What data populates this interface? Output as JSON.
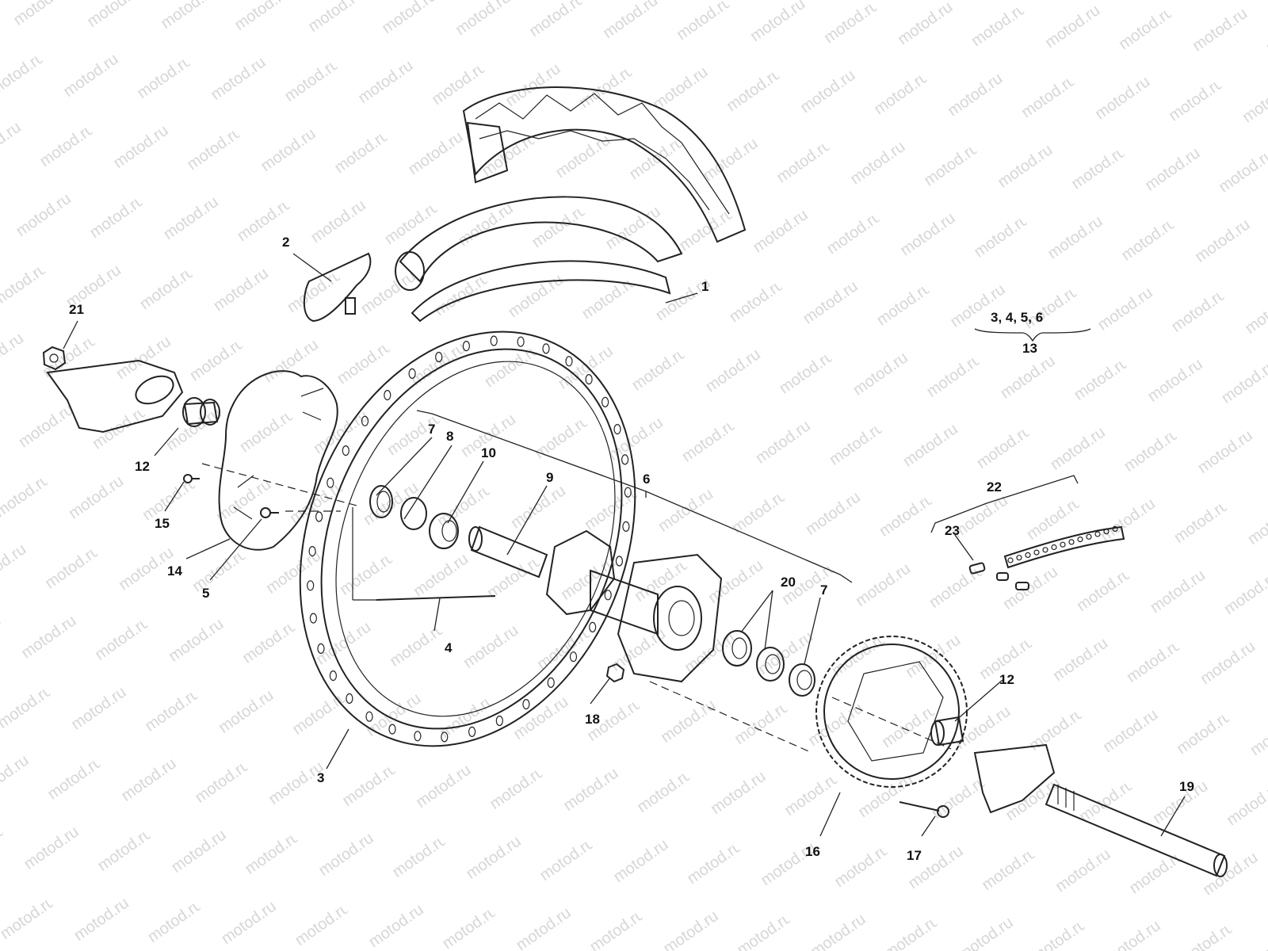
{
  "watermark": "motod.ru",
  "callouts": {
    "c1": "1",
    "c2": "2",
    "c3": "3",
    "c4": "4",
    "c5a": "5",
    "c6": "6",
    "c7a": "7",
    "c7b": "7",
    "c8": "8",
    "c9": "9",
    "c10": "10",
    "c12a": "12",
    "c12b": "12",
    "c14": "14",
    "c15": "15",
    "c16": "16",
    "c17": "17",
    "c18": "18",
    "c19": "19",
    "c20": "20",
    "c21": "21",
    "c22": "22",
    "c23": "23"
  },
  "kit_group": {
    "items": "3, 4, 5, 6",
    "label": "13"
  }
}
